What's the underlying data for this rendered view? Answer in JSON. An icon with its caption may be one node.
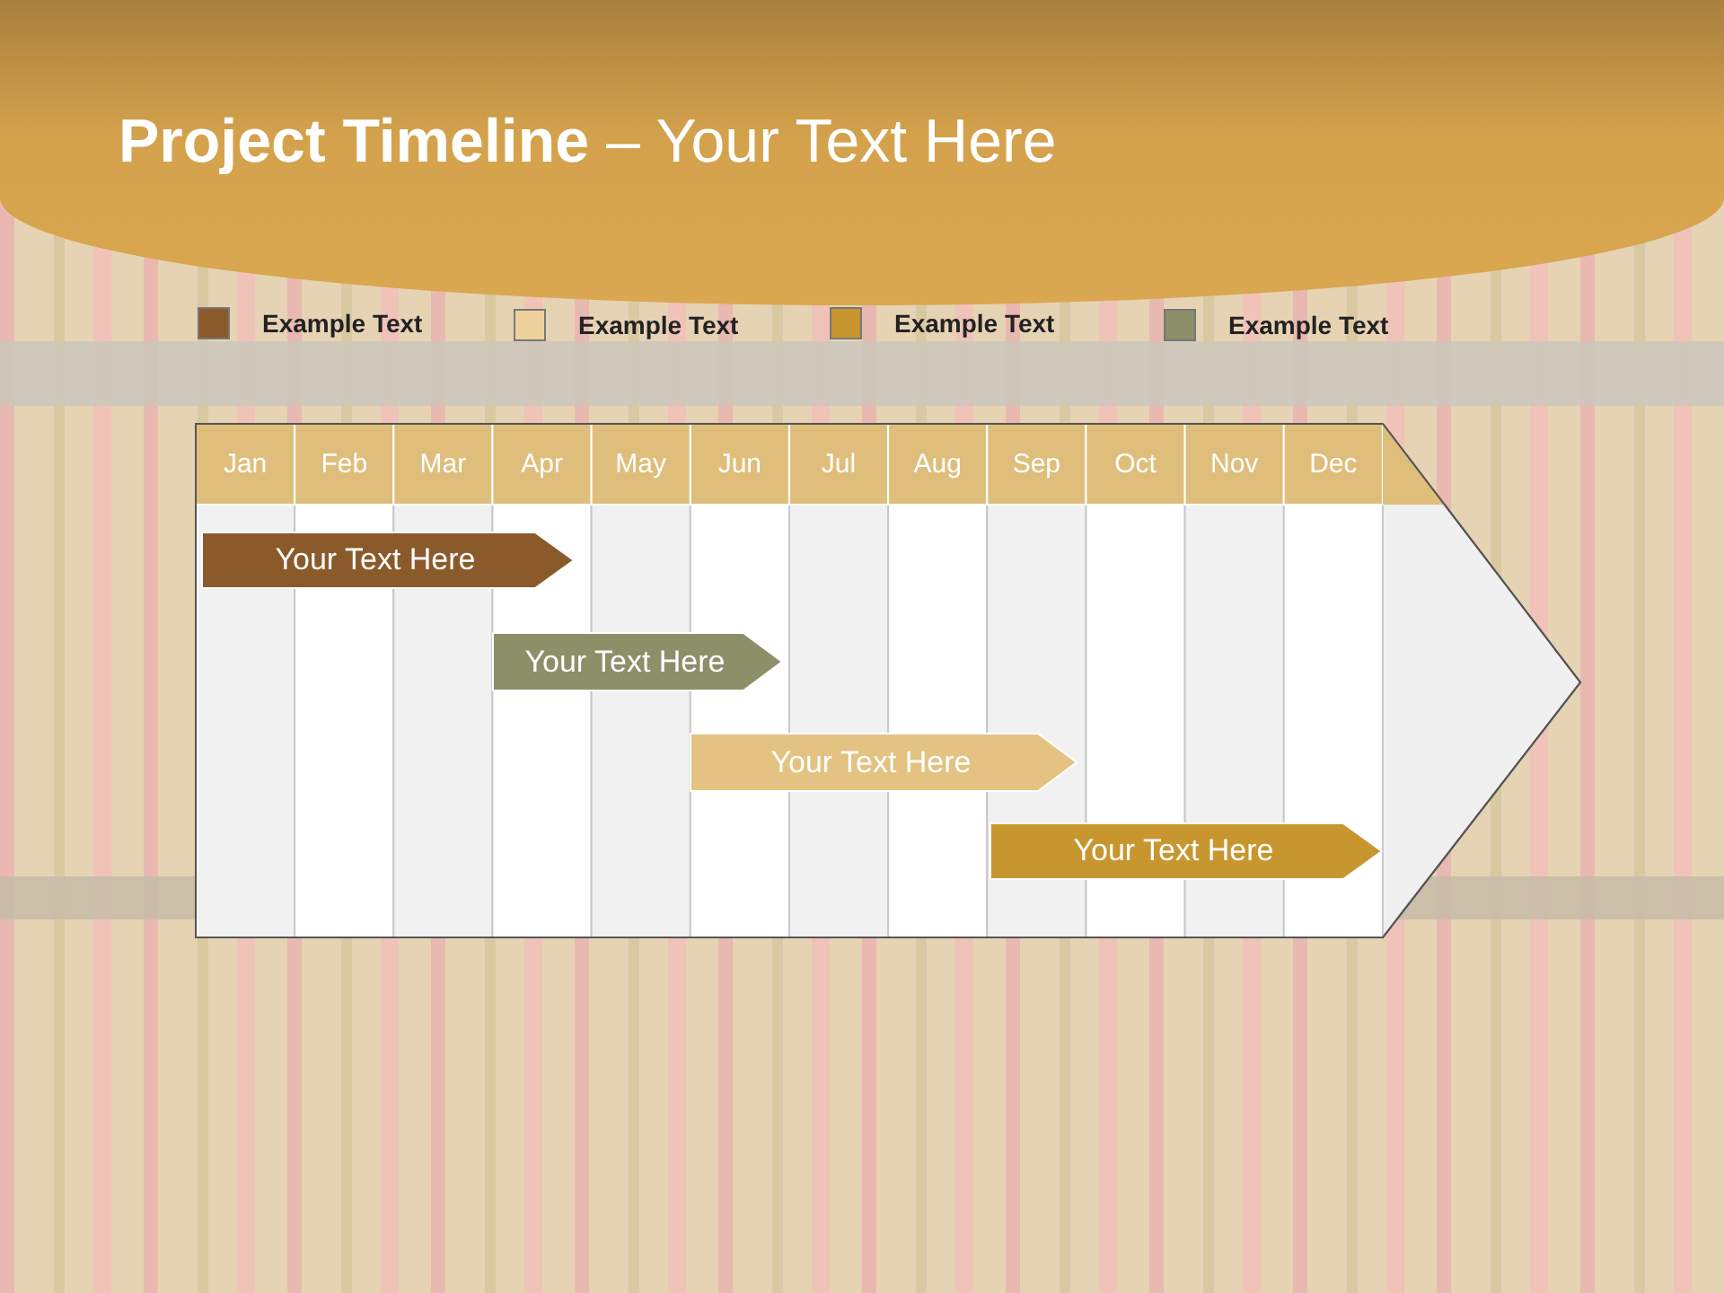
{
  "diagram": {
    "title": "**Project Timeline** – Your Text Here",
    "nodes": [
      {
        "text": [
          "Your Text Here"
        ]
      },
      {
        "text": [
          "Your Text Here"
        ]
      },
      {
        "text": [
          "Your Text Here"
        ]
      },
      {
        "text": [
          "Your Text Here"
        ]
      }
    ],
    "edges": [],
    "labels": [
      "Jan",
      "Feb",
      "Mar",
      "Apr",
      "May",
      "Jun",
      "Jul",
      "Aug",
      "Sep",
      "Oct",
      "Nov",
      "Dec"
    ],
    "legend": [
      {
        "text": "Example Text",
        "color": "#8b5a2b"
      },
      {
        "text": "Example Text",
        "color": "#ecd29a"
      },
      {
        "text": "Example Text",
        "color": "#c8962e"
      },
      {
        "text": "Example Text",
        "color": "#8c8f68"
      }
    ]
  }
}
